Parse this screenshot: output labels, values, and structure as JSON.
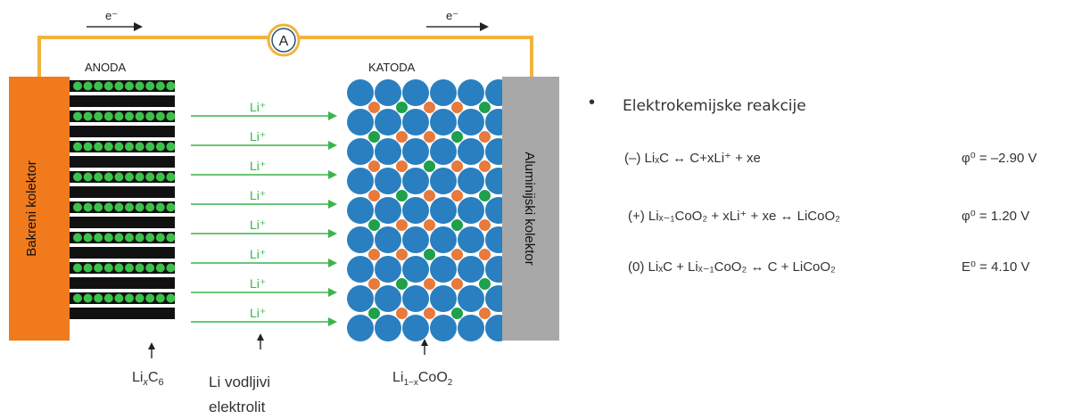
{
  "diagram": {
    "electron_label_left": "e⁻",
    "electron_label_right": "e⁻",
    "ammeter_label": "A",
    "anode_title": "ANODA",
    "cathode_title": "KATODA",
    "copper_collector": "Bakreni kolektor",
    "aluminum_collector": "Aluminijski kolektor",
    "li_ion_label": "Li⁺",
    "li_ion_count": 8,
    "anode_formula": {
      "base": "Li",
      "sub_x": "x",
      "c": "C",
      "sub_6": "6"
    },
    "electrolyte_line1": "Li vodljivi",
    "electrolyte_line2": "elektrolit",
    "cathode_formula": {
      "base": "Li",
      "sub": "1−x",
      "rest": "CoO",
      "sub2": "2"
    },
    "colors": {
      "copper": "#f07a1c",
      "aluminum": "#a8a8a8",
      "wire": "#f0b43c",
      "anode_layer": "#111111",
      "lithium": "#3cc24a",
      "cobalt": "#2a7fc0",
      "oxygen": "#e87a3c",
      "li_cathode": "#1fa04a",
      "arrow": "#3cb44a"
    }
  },
  "reactions": {
    "bullet": "•",
    "title": "Elektrokemijske reakcije",
    "r1": {
      "sign": "(–)",
      "text": "LiₓC ↔ C+xLi⁺ + xe",
      "potential": "φ⁰ = –2.90 V"
    },
    "r2": {
      "sign": "(+)",
      "text": "Liₓ₋₁CoO₂ + xLi⁺  + xe ↔ LiCoO₂",
      "potential": "φ⁰ = 1.20 V"
    },
    "r3": {
      "sign": "(0)",
      "text": "LiₓC + Liₓ₋₁CoO₂ ↔ C + LiCoO₂",
      "potential": "E⁰ = 4.10 V"
    }
  }
}
